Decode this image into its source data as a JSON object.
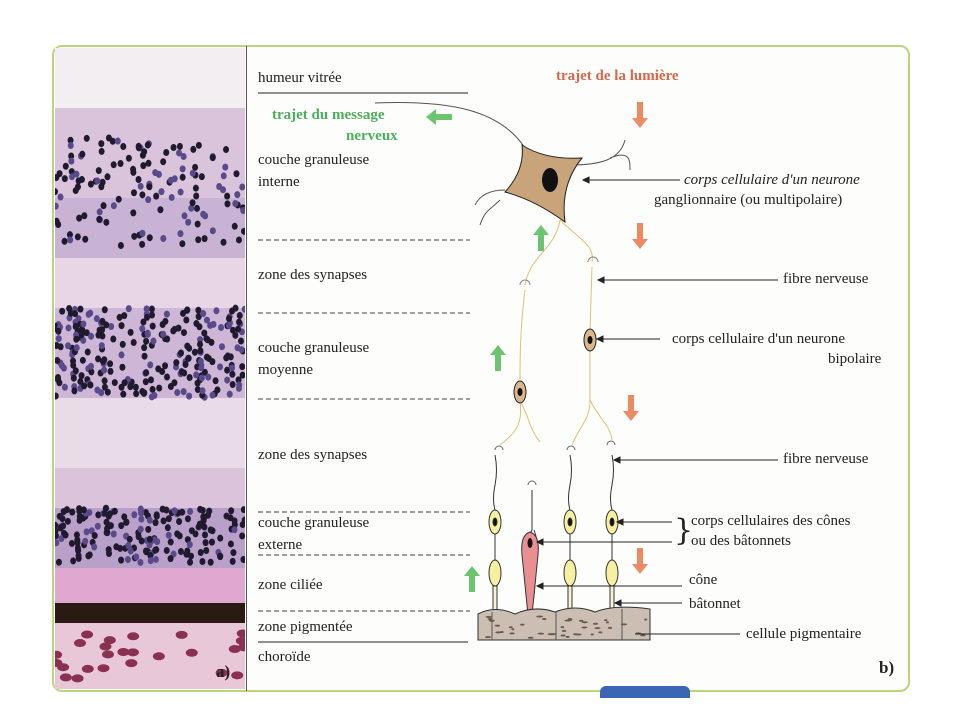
{
  "layers": {
    "vitreous": "humeur vitrée",
    "inner_granular_1": "couche granuleuse",
    "inner_granular_2": "interne",
    "synapses_1": "zone des synapses",
    "middle_granular_1": "couche granuleuse",
    "middle_granular_2": "moyenne",
    "synapses_2": "zone des synapses",
    "outer_granular_1": "couche granuleuse",
    "outer_granular_2": "externe",
    "ciliated": "zone ciliée",
    "pigmented": "zone pigmentée",
    "choroid": "choroïde"
  },
  "paths": {
    "nerve_message_1": "trajet du message",
    "nerve_message_2": "nerveux",
    "light": "trajet de la lumière"
  },
  "annotations": {
    "ganglion_1": "corps cellulaire d'un neurone",
    "ganglion_2": "ganglionnaire (ou multipolaire)",
    "fiber_1": "fibre nerveuse",
    "bipolar_1": "corps cellulaire d'un neurone",
    "bipolar_2": "bipolaire",
    "fiber_2": "fibre nerveuse",
    "cone_rod_bodies_1": "corps cellulaires des cônes",
    "cone_rod_bodies_2": "ou des bâtonnets",
    "cone": "cône",
    "rod": "bâtonnet",
    "pigment_cell": "cellule pigmentaire"
  },
  "panel_labels": {
    "a": "a)",
    "b": "b)"
  },
  "colors": {
    "frame": "#b9d77a",
    "message_arrow": "#6cc46f",
    "light_arrow": "#ec8a62",
    "ganglion": "#c9a47a",
    "cone": "#e98f92",
    "body": "#f6f0a0"
  }
}
